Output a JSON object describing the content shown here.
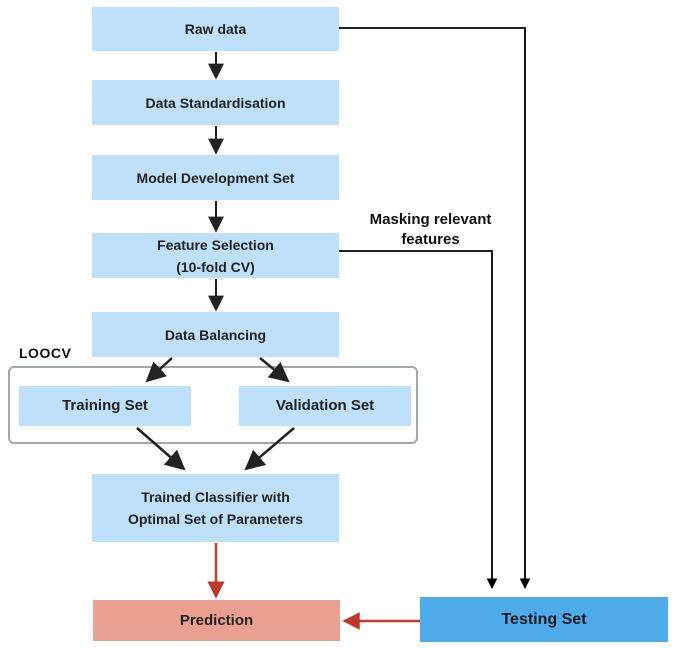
{
  "nodes": {
    "raw_data": "Raw data",
    "standardisation": "Data Standardisation",
    "model_dev_set": "Model Development Set",
    "feature_selection_line1": "Feature Selection",
    "feature_selection_line2": "(10-fold CV)",
    "data_balancing": "Data Balancing",
    "training_set": "Training Set",
    "validation_set": "Validation Set",
    "trained_line1": "Trained Classifier with",
    "trained_line2": "Optimal Set of Parameters",
    "prediction": "Prediction",
    "testing_set": "Testing Set"
  },
  "labels": {
    "loocv": "LOOCV",
    "masking_line1": "Masking relevant",
    "masking_line2": "features"
  },
  "colors": {
    "box_blue": "#bfe0fb",
    "prediction": "#e9a090",
    "testing_set": "#4eaae8",
    "arrow_dark": "#222222",
    "arrow_red": "#c0392b",
    "frame_gray": "#a0a8a6"
  }
}
